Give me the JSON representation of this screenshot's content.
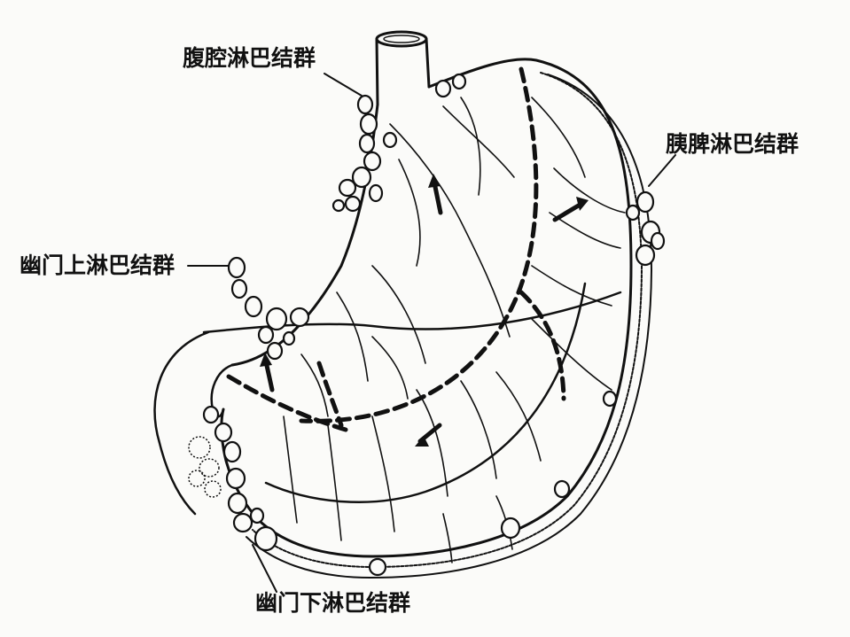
{
  "labels": {
    "celiac": "腹腔淋巴结群",
    "pancreaticosplenic": "胰脾淋巴结群",
    "suprapyloric": "幽门上淋巴结群",
    "infrapyloric": "幽门下淋巴结群"
  },
  "colors": {
    "ink": "#111111",
    "background": "#fbfbf9"
  }
}
